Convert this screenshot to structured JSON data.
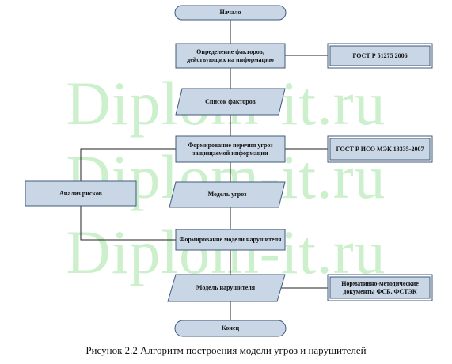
{
  "watermark": [
    "Diplom-it.ru",
    "Diplom-it.ru",
    "Diplom-it.ru"
  ],
  "colors": {
    "fill": "#c9d6e6",
    "stroke": "#3f5a7a",
    "line": "#222222",
    "watermark": "#ccefcc"
  },
  "flowchart": {
    "start": "Начало",
    "step_factors": "Определение факторов,\nдействующих на информацию",
    "doc_factors": "ГОСТ Р 51275 2006",
    "data_factors": "Список факторов",
    "step_threats": "Формирование перечня угроз\nзащищаемой информации",
    "doc_threats": "ГОСТ Р ИСО МЭК 13335-2007",
    "risk_analysis": "Анализ рисков",
    "data_threats": "Модель угроз",
    "step_intruder": "Формирование модели нарушителя",
    "data_intruder": "Модель нарушителя",
    "doc_intruder": "Нормативно-методические\nдокументы ФСБ, ФСТЭК",
    "end": "Конец"
  },
  "caption": "Рисунок 2.2 Алгоритм построения модели угроз и нарушителей"
}
